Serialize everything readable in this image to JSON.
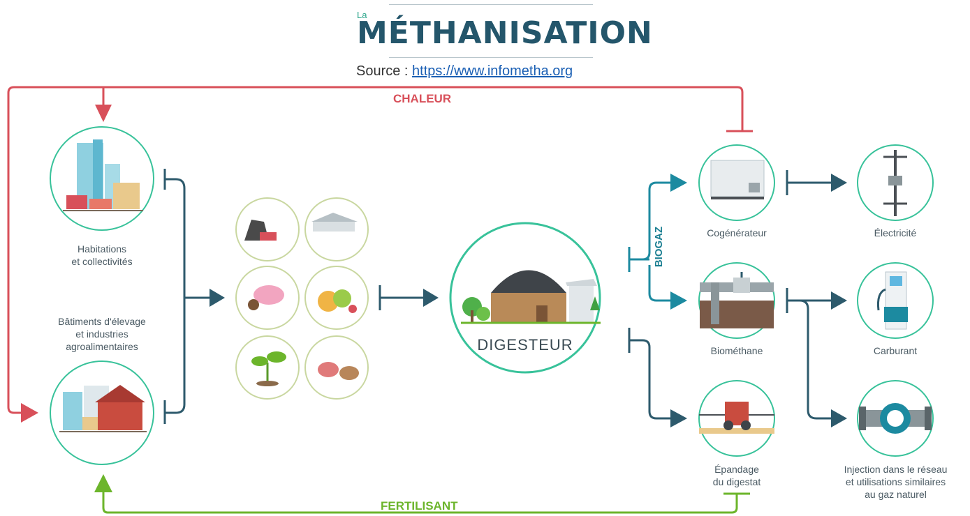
{
  "header": {
    "prefix": "La",
    "title": "MÉTHANISATION",
    "source_label": "Source :",
    "source_url": "https://www.infometha.org"
  },
  "flows": {
    "heat": "CHALEUR",
    "fertilizer": "FERTILISANT",
    "biogas": "BIOGAZ"
  },
  "nodes": {
    "housing": "Habitations\net collectivités",
    "farm": "Bâtiments d'élevage\net industries\nagroalimentaires",
    "digester": "DIGESTEUR",
    "cogenerator": "Cogénérateur",
    "electricity": "Électricité",
    "biomethane": "Biométhane",
    "fuel": "Carburant",
    "spreading": "Épandage\ndu digestat",
    "injection": "Injection dans le réseau\net utilisations similaires\nau gaz naturel"
  },
  "inputs": [
    "green-waste-icon",
    "factory-icon",
    "pig-manure-icon",
    "fruit-waste-icon",
    "plant-icon",
    "meat-waste-icon"
  ],
  "colors": {
    "heat": "#d8505a",
    "fertilizer": "#6cb52b",
    "arrow": "#2d5a6c",
    "circle": "#38c29a",
    "input_circle": "#c9d7a0",
    "biogas": "#1c8aa0"
  }
}
